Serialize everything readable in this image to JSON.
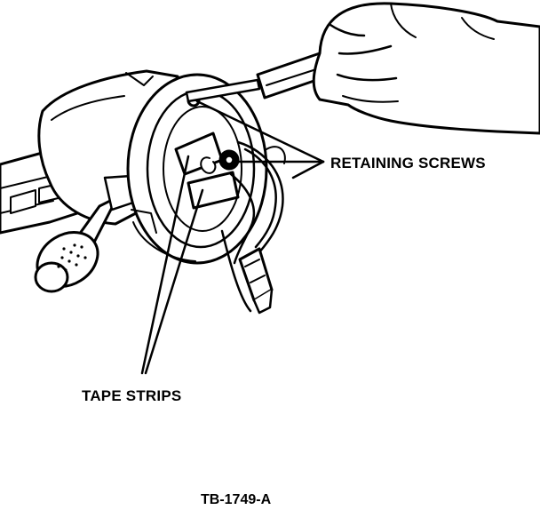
{
  "figure": {
    "callouts": {
      "retaining_screws": "RETAINING SCREWS",
      "tape_strips": "TAPE STRIPS"
    },
    "figure_id": "TB-1749-A"
  }
}
